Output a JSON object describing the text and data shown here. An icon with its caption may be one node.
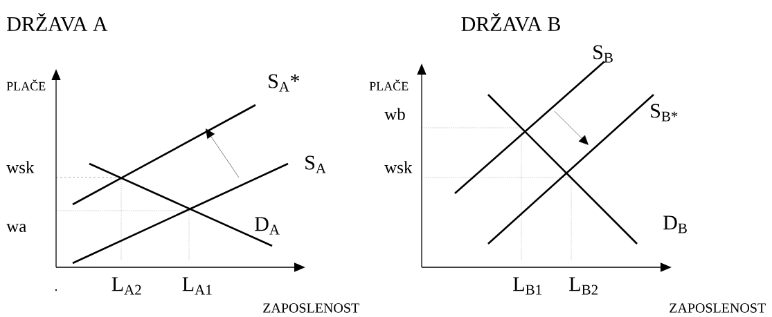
{
  "diagram": {
    "labels": [
      "DRŽAVA A",
      "DRŽAVA B",
      "S$_{B}$",
      "PLAČE",
      "S$_{A}$*",
      "PLAČE",
      "wb",
      "S$_{B*}$",
      "wsk",
      "S$_{A}$",
      "wsk",
      "wa",
      "D$_{A}$",
      "D$_{B}$",
      ".",
      "L$_{A2}$",
      "L$_{A1}$",
      "L$_{B1}$",
      "L$_{B2}$",
      "ZAPOSLENOST",
      "ZAPOSLENOST"
    ]
  }
}
